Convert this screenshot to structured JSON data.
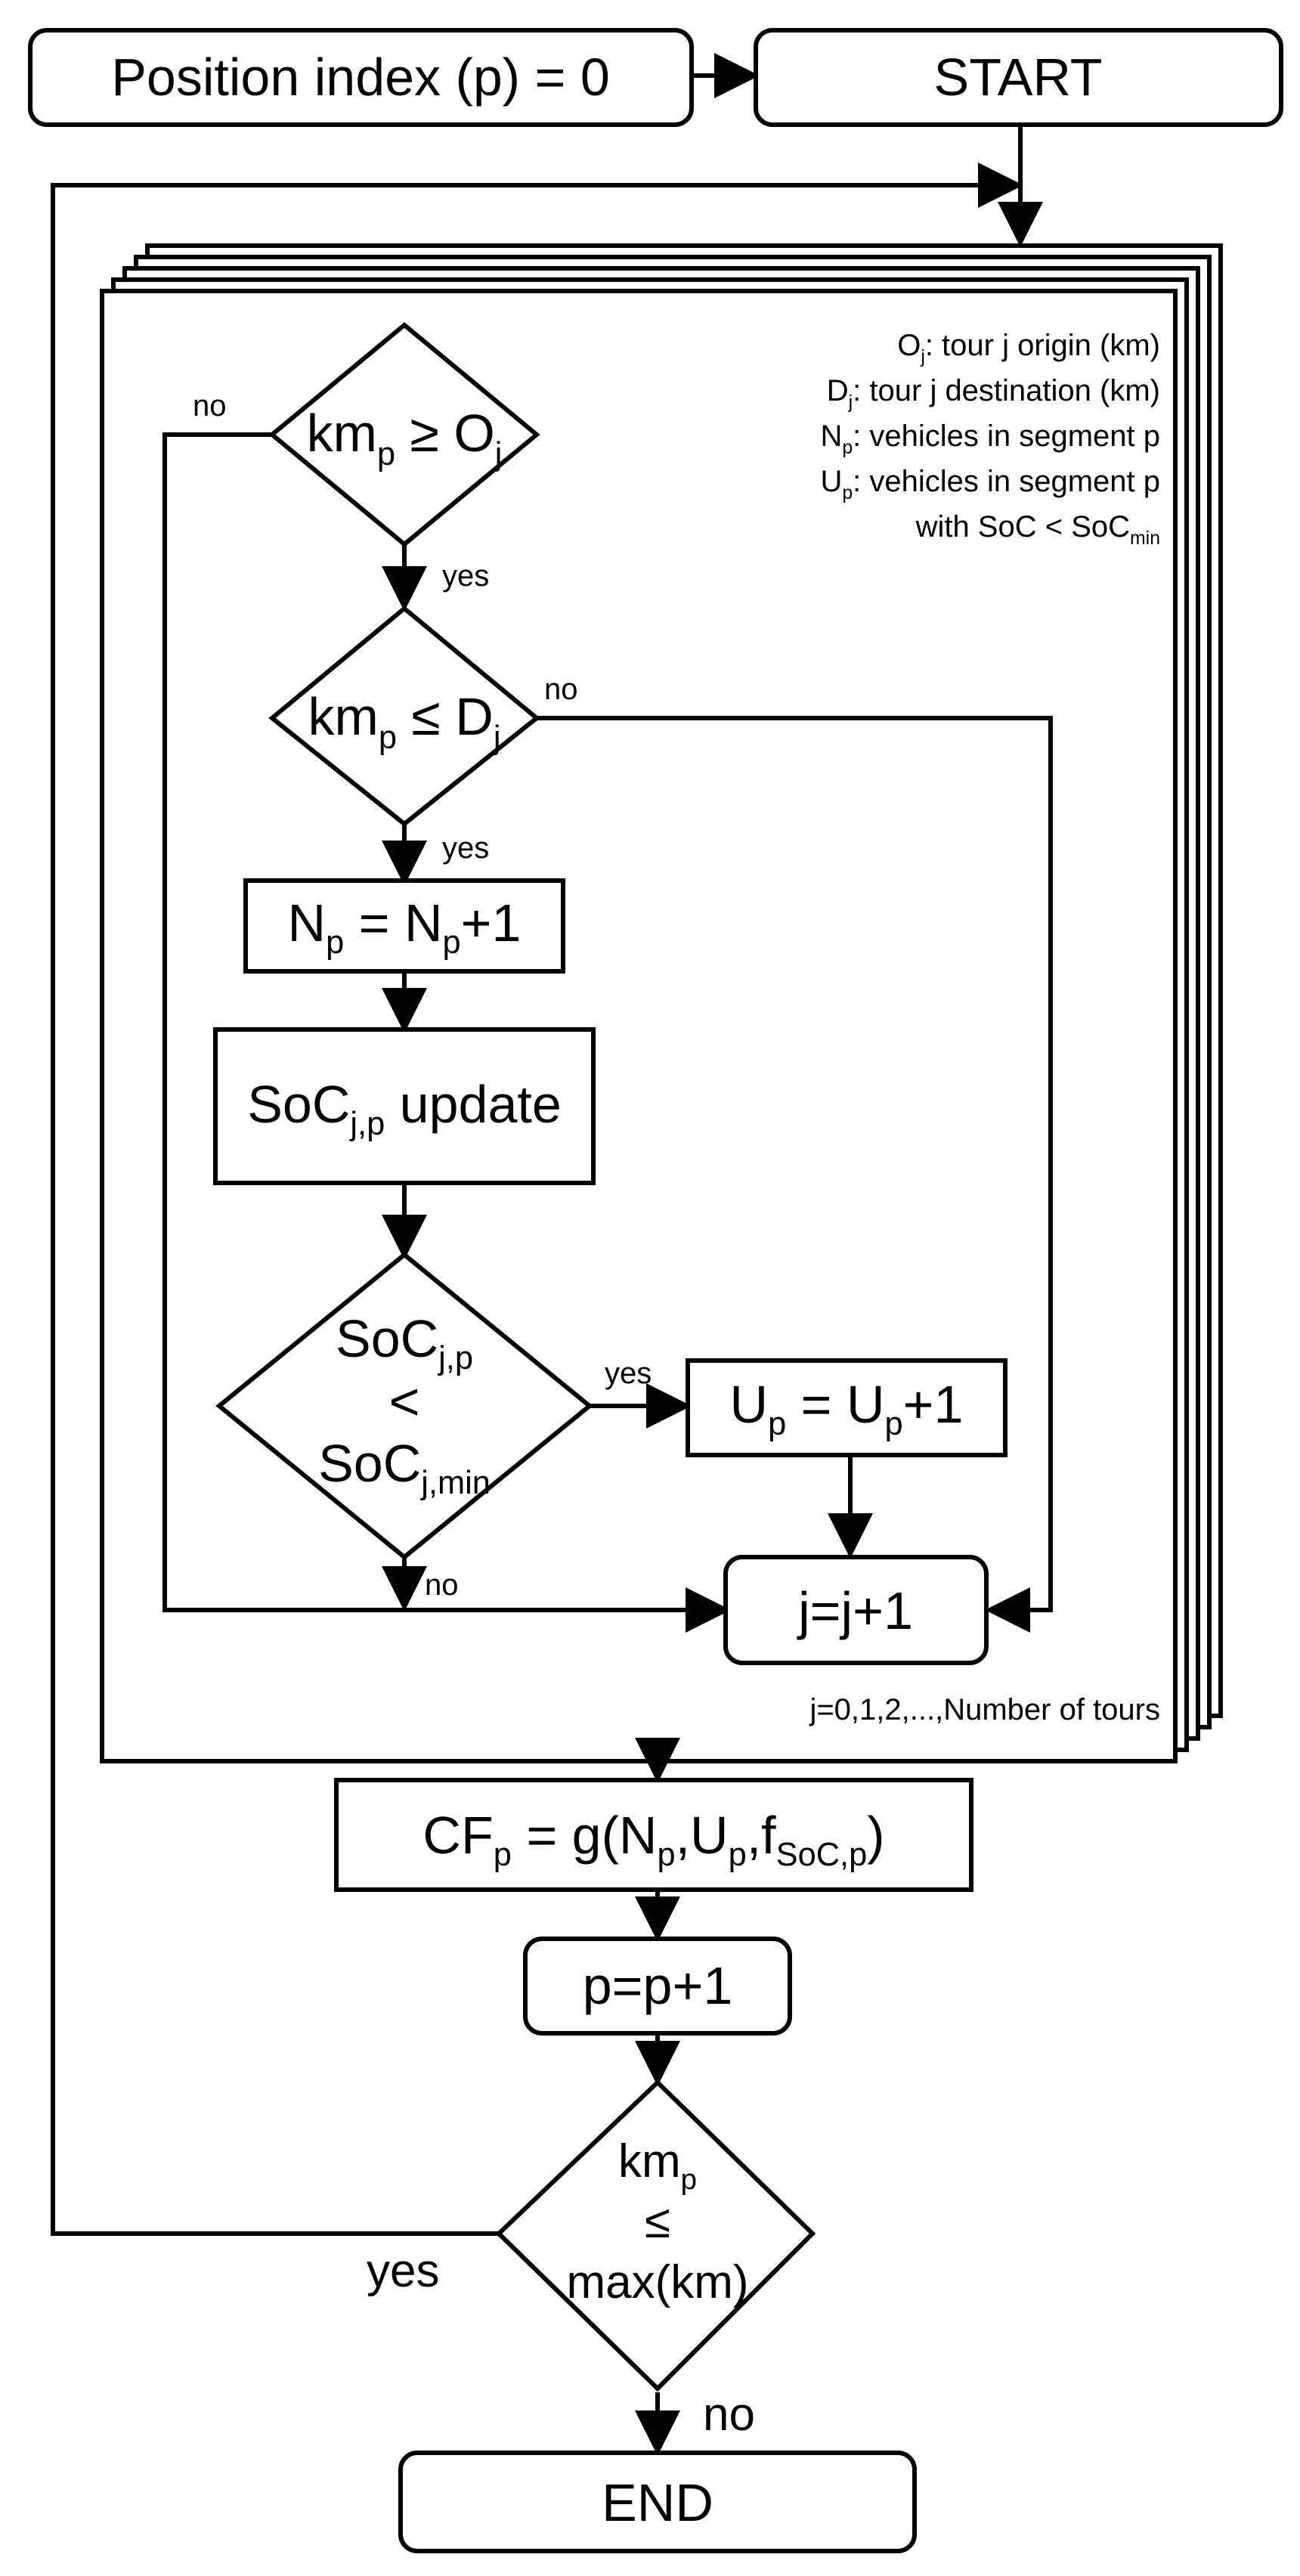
{
  "nodes": {
    "position_index": "Position index (p) = 0",
    "start": "START",
    "cond_origin": {
      "a": "km",
      "a_sub": "p",
      "op": " ≥ O",
      "b_sub": "j"
    },
    "cond_dest": {
      "a": "km",
      "a_sub": "p",
      "op": " ≤ D",
      "b_sub": "j"
    },
    "n_update": {
      "a": "N",
      "a_sub": "p",
      "mid": " = N",
      "b_sub": "p",
      "tail": "+1"
    },
    "soc_update": {
      "a": "SoC",
      "a_sub": "j,p",
      "tail": " update"
    },
    "soc_cond": {
      "top": "SoC",
      "top_sub": "j,p",
      "op": "<",
      "bottom": "SoC",
      "bottom_sub": "j,min"
    },
    "u_update": {
      "a": "U",
      "a_sub": "p",
      "mid": " = U",
      "b_sub": "p",
      "tail": "+1"
    },
    "j_incr": "j=j+1",
    "cf": {
      "a": "CF",
      "a_sub": "p",
      "mid": " = g(N",
      "b_sub": "p",
      "c": ",U",
      "c_sub": "p",
      "d": ",f",
      "d_sub": "SoC,p",
      "tail": ")"
    },
    "p_incr": "p=p+1",
    "cond_max": {
      "top": "km",
      "top_sub": "p",
      "op": "≤",
      "bottom": "max(km)"
    },
    "end": "END"
  },
  "labels": {
    "no": "no",
    "yes": "yes"
  },
  "legend": {
    "o": {
      "sym": "O",
      "sub": "j",
      "text": ": tour j origin (km)"
    },
    "d": {
      "sym": "D",
      "sub": "j",
      "text": ": tour j destination (km)"
    },
    "n": {
      "sym": "N",
      "sub": "p",
      "text": ": vehicles in segment p"
    },
    "u": {
      "sym": "U",
      "sub": "p",
      "text": ": vehicles in segment p"
    },
    "u2": {
      "text": "with SoC < SoC",
      "sub": "min"
    }
  },
  "loop_note": "j=0,1,2,...,Number of tours"
}
